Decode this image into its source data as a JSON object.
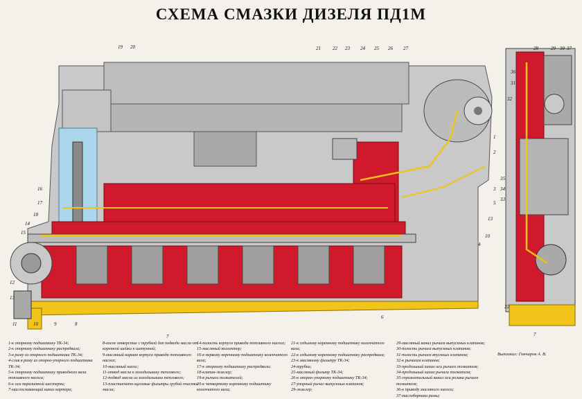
{
  "title": "СХЕМА СМАЗКИ  ДИЗЕЛЯ ПД1М",
  "author": "Выполнил: Гончаров А. В.",
  "colors": {
    "oil_red": "#d0192b",
    "oil_yellow": "#f0c419",
    "water_blue": "#a9d6ea",
    "engine_gray": "#c9c9c9"
  },
  "callouts": [
    "1",
    "2",
    "3",
    "4",
    "5",
    "6",
    "7",
    "8",
    "9",
    "10",
    "11",
    "12",
    "13",
    "14",
    "15",
    "16",
    "17",
    "18",
    "19",
    "20",
    "21",
    "22",
    "23",
    "24",
    "25",
    "26",
    "27",
    "28",
    "29",
    "30",
    "31",
    "32",
    "33",
    "34",
    "35",
    "36",
    "37"
  ],
  "legend": [
    [
      "1-к опорному подшипнику ТК-34;",
      "2-к опорному подшипнику распредвала;",
      "3-в раму из опорного подшипника ТК-34;",
      "4-слив в раму из опорно-упорного подшипника ТК-34;",
      "5-к опорному подшипнику приводного вала топливного насоса;",
      "6-к оси паразитной шестерни;",
      "7-маслосливающий канал картера;"
    ],
    [
      "8-косое отверстие с трубкой для подвода масла от коренной шейки к шатунной;",
      "9-масляный карман корпуса привода топливного насоса;",
      "10-масляный насос;",
      "11-отвод масла к холодильнику теплового;",
      "12-подвод масла из холодильника теплового;",
      "13-пластинчато-щелевые фильтры грубой очистки масла;"
    ],
    [
      "14-полость корпуса привода топливного насоса;",
      "15-масляный коллектор;",
      "16-к первому коренному подшипнику коленчатого вала;",
      "17-к опорному подшипнику распредвала;",
      "18-клапан-жиклер;",
      "19-в рычаги толкателей;",
      "20-к четвертому коренному подшипнику коленчатого вала;"
    ],
    [
      "21-к седьмому коренному подшипнику коленчатого вала;",
      "22-к седьмому коренному подшипнику распредвала;",
      "23-к масляному фильтру ТК-34;",
      "24-трубки;",
      "25-масляный фильтр ТК-34;",
      "26-к опорно-упорному подшипнику ТК-34;",
      "27-упорный рычаг выпускных клапанов;",
      "29-жиклер;"
    ],
    [
      "29-масляный канал рычага выпускных клапанов;",
      "30-полость рычага выпускных клапанов;",
      "31-полость рычага впускных клапанов;",
      "32-к рычагам клапанов;",
      "33-продольный канал оси рычаго толкателя;",
      "34-продольный канал рычага толкателя;",
      "35-горизонтальный канал оси ролика рычага толкателя;",
      "36-к приводу масляного насоса;",
      "37-маслоборника рамы;"
    ]
  ]
}
